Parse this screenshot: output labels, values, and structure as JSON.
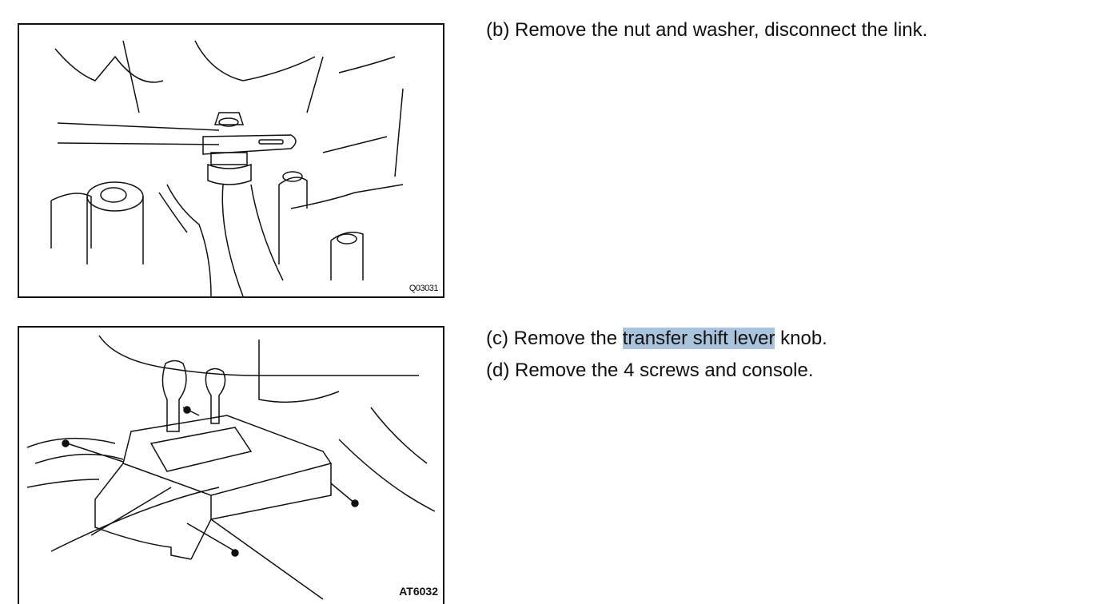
{
  "figures": [
    {
      "id": "Q03031",
      "label": "Q03031"
    },
    {
      "id": "AT6032",
      "label": "AT6032"
    }
  ],
  "steps": {
    "b": {
      "text": "(b) Remove the nut and washer, disconnect the link."
    },
    "c": {
      "prefix": "(c) Remove the ",
      "highlight": "transfer shift lever",
      "suffix": " knob."
    },
    "d": {
      "text": "(d) Remove the 4 screws and console."
    }
  },
  "colors": {
    "highlight": "#a9c4dc"
  }
}
